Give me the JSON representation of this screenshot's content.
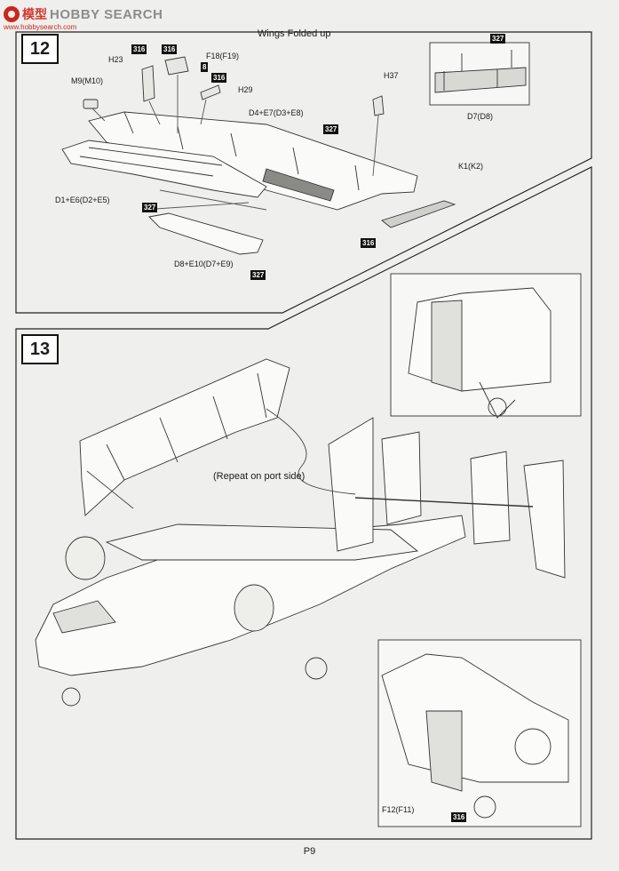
{
  "watermark": {
    "cn_text": "模型",
    "brand": "HOBBY SEARCH",
    "url": "www.hobbysearch.com"
  },
  "step12": {
    "number": "12",
    "title": "Wings Folded up",
    "labels": {
      "h23": "H23",
      "f18": "F18(F19)",
      "m9": "M9(M10)",
      "h29": "H29",
      "h37": "H37",
      "d4": "D4+E7(D3+E8)",
      "d1": "D1+E6(D2+E5)",
      "d8": "D8+E10(D7+E9)",
      "k1": "K1(K2)",
      "d7": "D7(D8)"
    },
    "badges": {
      "b316_a": "316",
      "b316_b": "316",
      "b8": "8",
      "b316_c": "316",
      "b327_top": "327",
      "b327_mid": "327",
      "b327_left": "327",
      "b327_bot": "327",
      "b316_k": "316"
    }
  },
  "step13": {
    "number": "13",
    "note": "(Repeat on port side)",
    "labels": {
      "f12": "F12(F11)"
    },
    "badges": {
      "b316": "316"
    }
  },
  "page_number": "P9"
}
